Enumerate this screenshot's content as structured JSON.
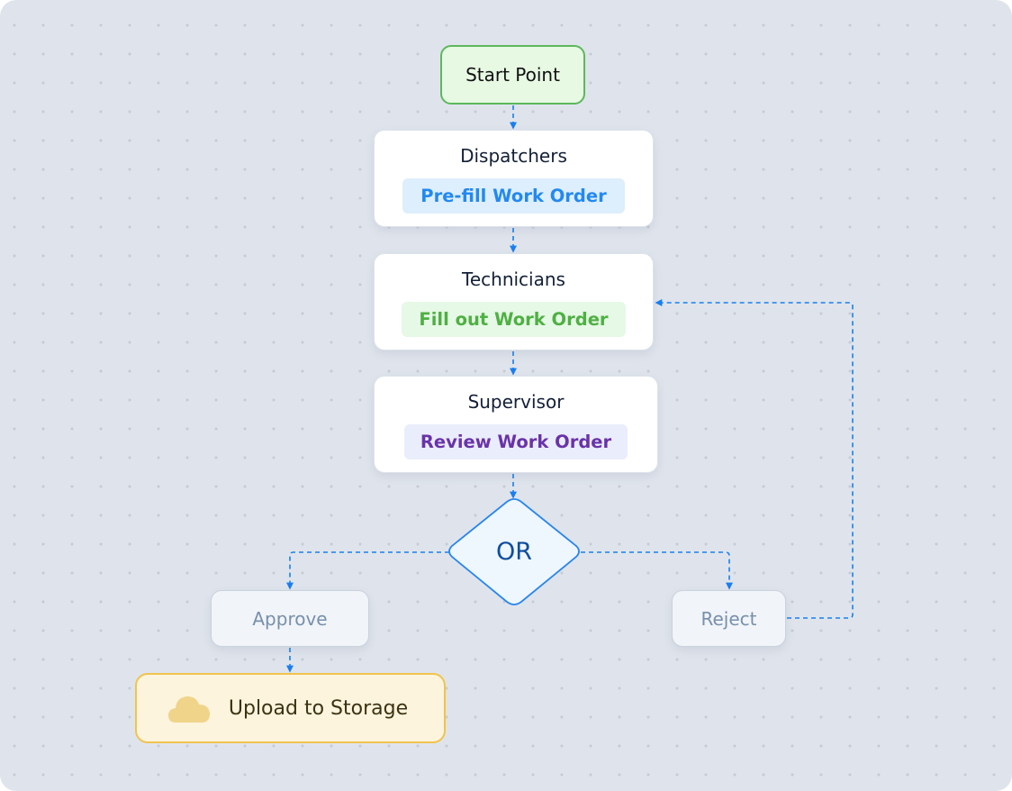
{
  "colors": {
    "connector": "#1a7ef0",
    "start_border": "#5cb85c",
    "decision_border": "#2a86ec",
    "upload_border": "#f0c44c"
  },
  "start": {
    "label": "Start Point"
  },
  "steps": [
    {
      "role": "Dispatchers",
      "action": "Pre-fill Work Order",
      "action_color": "#2389f0",
      "action_bg": "#ddeefd"
    },
    {
      "role": "Technicians",
      "action": "Fill out Work Order",
      "action_color": "#4fb043",
      "action_bg": "#e6f8e6"
    },
    {
      "role": "Supervisor",
      "action": "Review Work Order",
      "action_color": "#6a33a8",
      "action_bg": "#eaedfb"
    }
  ],
  "decision": {
    "label": "OR"
  },
  "branches": {
    "approve": "Approve",
    "reject": "Reject"
  },
  "final": {
    "label": "Upload to Storage",
    "icon": "cloud-icon"
  }
}
